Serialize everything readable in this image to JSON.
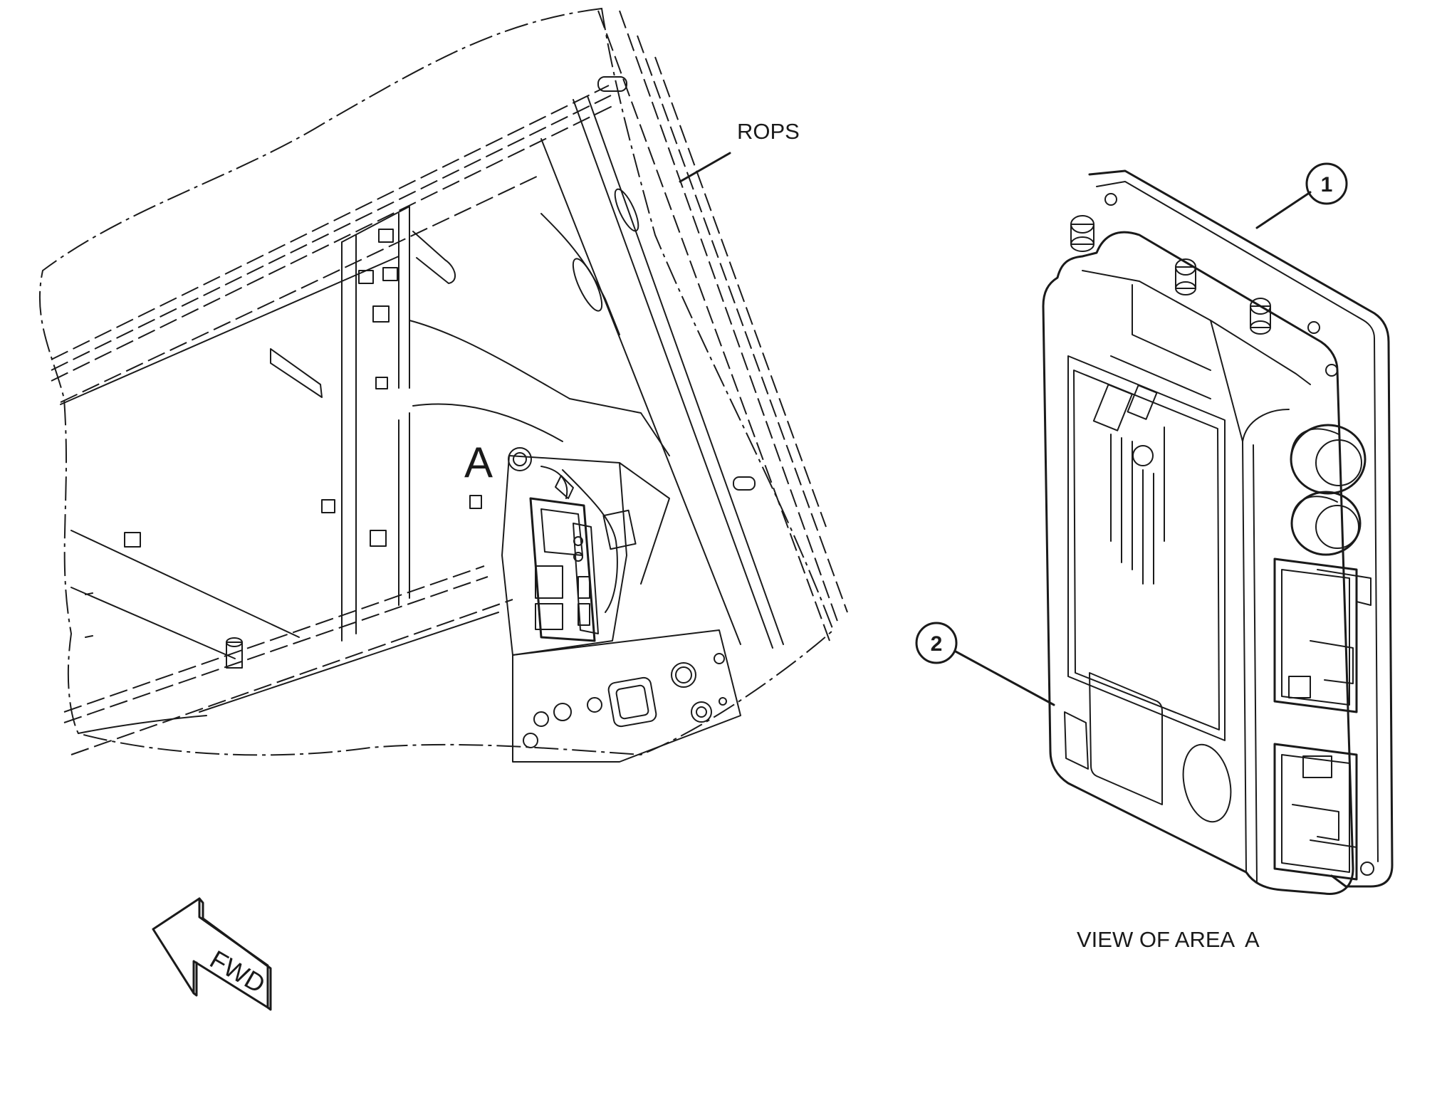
{
  "labels": {
    "rops": "ROPS",
    "area_a": "A",
    "fwd": "FWD",
    "view_title": "VIEW OF AREA  A"
  },
  "callouts": [
    {
      "id": "1"
    },
    {
      "id": "2"
    }
  ],
  "colors": {
    "line": "#1a1a1a",
    "background": "#ffffff"
  }
}
